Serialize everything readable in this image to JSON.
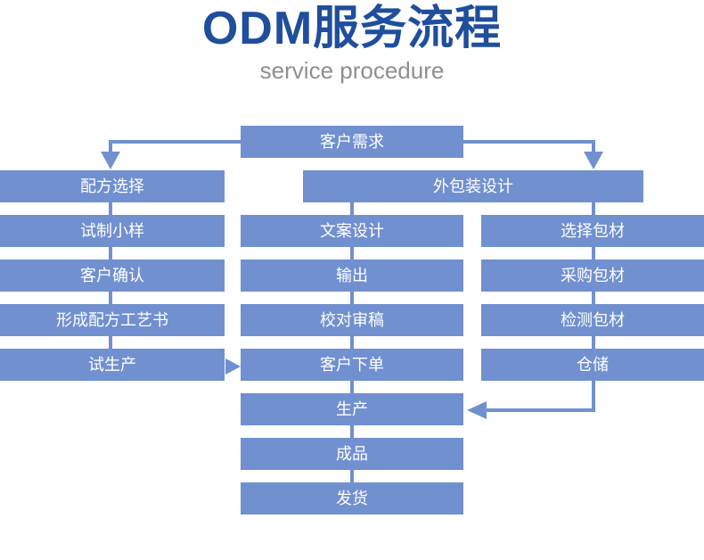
{
  "header": {
    "title": "ODM服务流程",
    "subtitle": "service procedure",
    "title_color": "#1f4e9c",
    "subtitle_color": "#8f8f8f"
  },
  "theme": {
    "node_fill": "#7190cf",
    "node_text": "#ffffff",
    "connector": "#7190cf",
    "background": "#ffffff"
  },
  "flow": {
    "root": {
      "label": "客户需求"
    },
    "branch_left": {
      "label": "配方选择"
    },
    "branch_right": {
      "label": "外包装设计"
    },
    "columns": {
      "left": {
        "name": "formula-column",
        "items": [
          {
            "label": "试制小样"
          },
          {
            "label": "客户确认"
          },
          {
            "label": "形成配方工艺书"
          },
          {
            "label": "试生产"
          }
        ]
      },
      "middle": {
        "name": "design-column",
        "items": [
          {
            "label": "文案设计"
          },
          {
            "label": "输出"
          },
          {
            "label": "校对审稿"
          },
          {
            "label": "客户下单"
          },
          {
            "label": "生产"
          },
          {
            "label": "成品"
          },
          {
            "label": "发货"
          }
        ]
      },
      "right": {
        "name": "packaging-column",
        "items": [
          {
            "label": "选择包材"
          },
          {
            "label": "采购包材"
          },
          {
            "label": "检测包材"
          },
          {
            "label": "仓储"
          }
        ]
      }
    },
    "connector_arrows": [
      {
        "name": "root-to-formula",
        "direction": "down"
      },
      {
        "name": "root-to-packaging",
        "direction": "down"
      },
      {
        "name": "trial-production-to-customer-order",
        "direction": "right"
      },
      {
        "name": "warehouse-to-production",
        "direction": "left"
      }
    ]
  }
}
